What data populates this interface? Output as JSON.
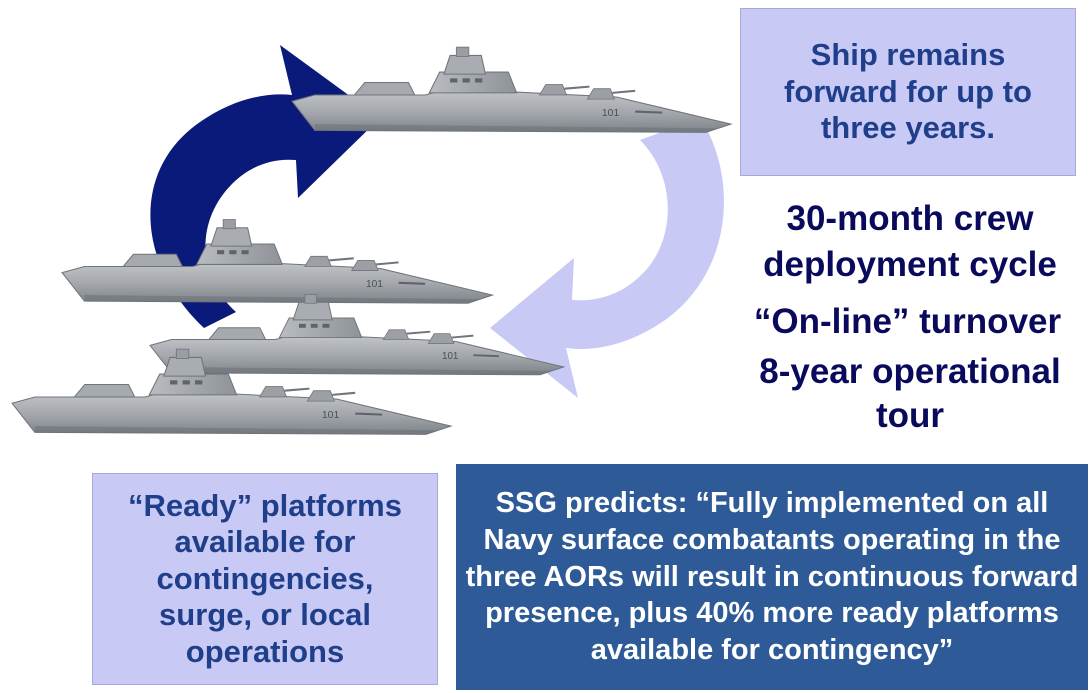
{
  "callouts": {
    "forward": "Ship remains forward for up to three years.",
    "ready": "“Ready” platforms available for contingencies, surge, or local operations",
    "ssg": "SSG predicts: “Fully implemented on all Navy surface combatants operating in the three AORs will result in continuous forward presence, plus 40% more ready platforms available for contingency”"
  },
  "facts": {
    "cycle": "30-month crew deployment cycle",
    "turnover": "“On-line” turnover",
    "tour": "8-year operational tour"
  },
  "colors": {
    "dark_arrow": "#0a1a7a",
    "light_arrow": "#c9c9f5",
    "callout_light": "#c9c9f5",
    "callout_dark": "#2e5b98",
    "text_navy": "#0a0a5c",
    "ship_gray": "#9da1a6"
  },
  "ships": [
    {
      "hull_number": "101"
    },
    {
      "hull_number": "101"
    },
    {
      "hull_number": "101"
    },
    {
      "hull_number": "101"
    }
  ]
}
